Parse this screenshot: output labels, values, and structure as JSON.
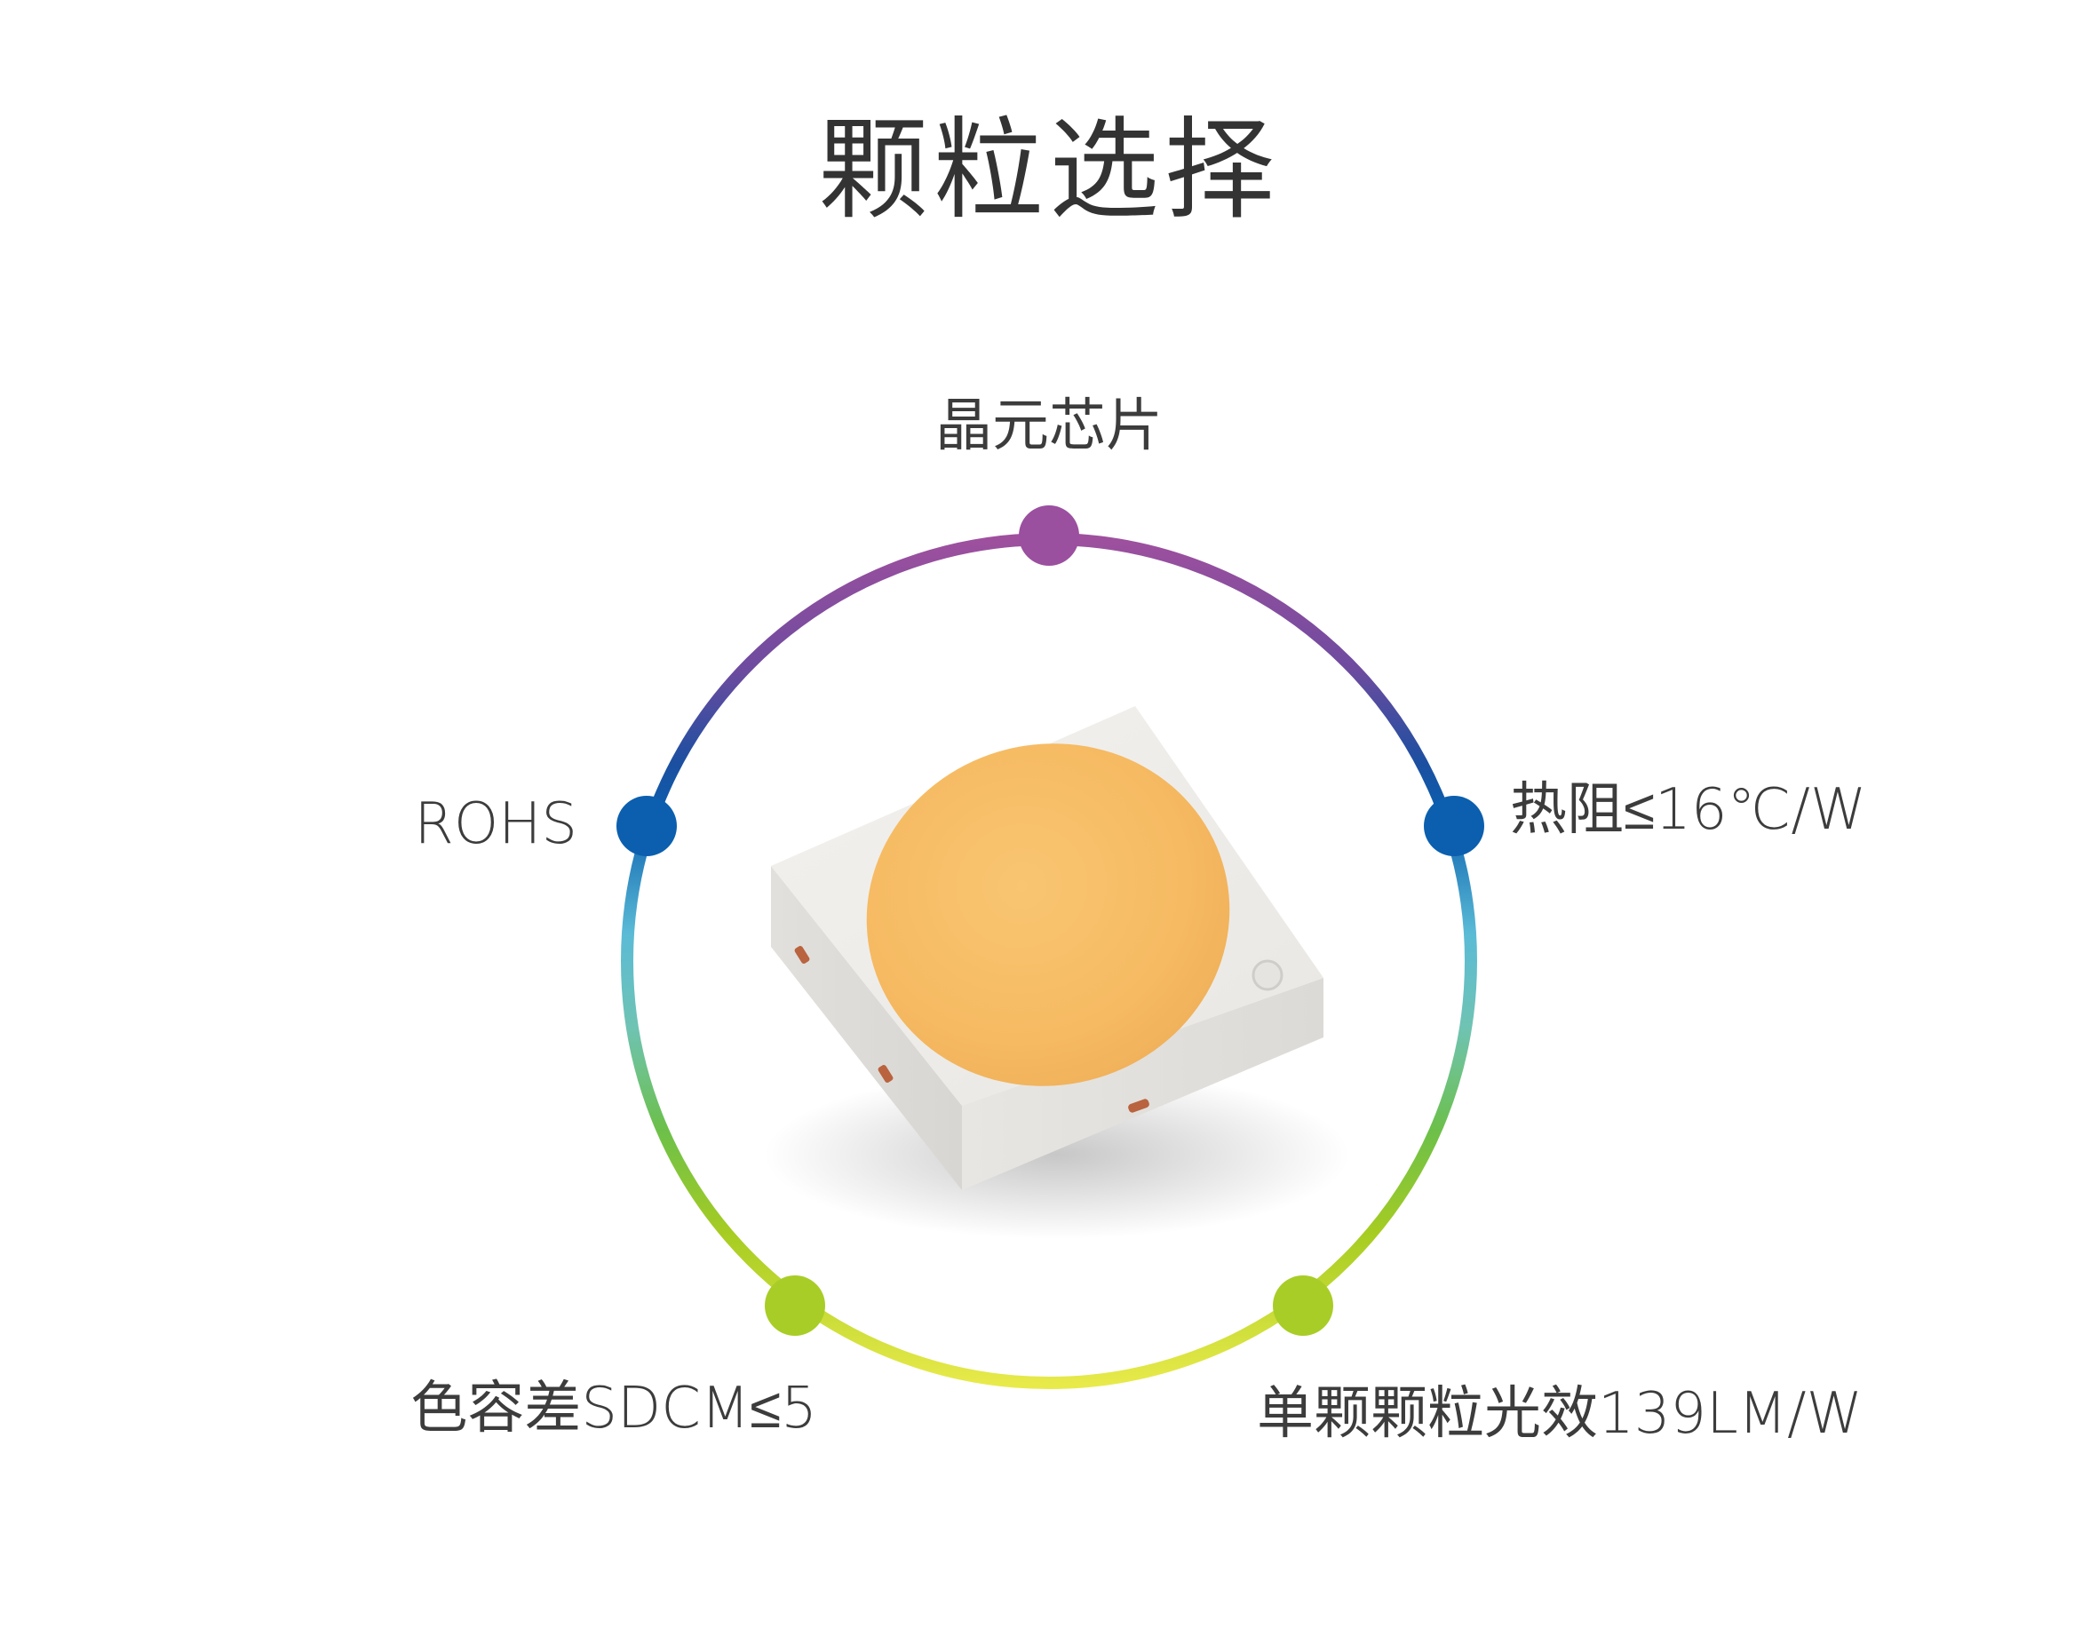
{
  "title": "颗粒选择",
  "features": {
    "top": "晶元芯片",
    "left": "ROHS",
    "right": "热阻≤16℃/W",
    "bottom_left": "色容差SDCM≤5",
    "bottom_right": "单颗颗粒光效139LM/W"
  },
  "colors": {
    "purple": "#9b4f9f",
    "blue": "#0b5fae",
    "cyan": "#6cc4d8",
    "green": "#7cc242",
    "yellow_green": "#a8cd26",
    "yellow": "#e4e84a",
    "phosphor": "#f6bb63",
    "package": "#eeece9"
  },
  "icons": {
    "center_image": "smd-led-chip-icon"
  }
}
